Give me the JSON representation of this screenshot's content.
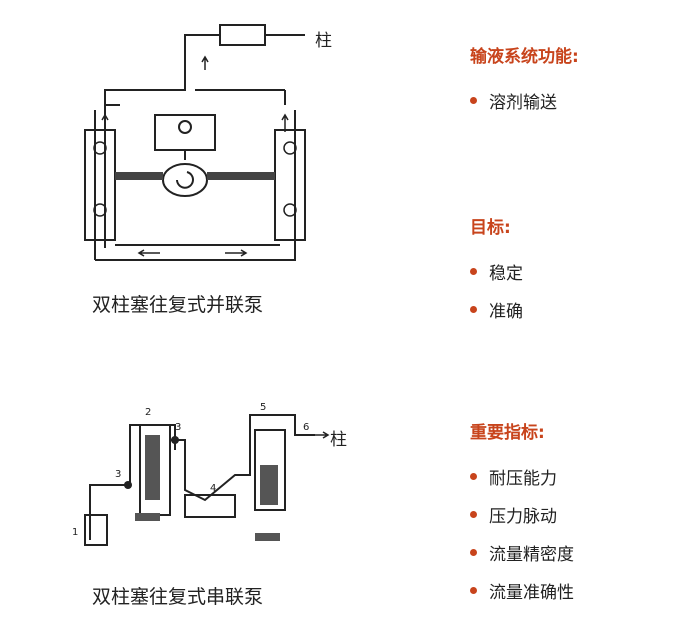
{
  "diagrams": {
    "parallel": {
      "caption": "双柱塞往复式并联泵",
      "column_label": "柱"
    },
    "series": {
      "caption": "双柱塞往复式串联泵",
      "column_label": "柱",
      "part_numbers": [
        "1",
        "2",
        "3",
        "3",
        "4",
        "5",
        "6"
      ]
    }
  },
  "sections": [
    {
      "title": "输液系统功能:",
      "items": [
        "溶剂输送"
      ]
    },
    {
      "title": "目标:",
      "items": [
        "稳定",
        "准确"
      ]
    },
    {
      "title": "重要指标:",
      "items": [
        "耐压能力",
        "压力脉动",
        "流量精密度",
        "流量准确性"
      ]
    }
  ],
  "colors": {
    "accent": "#c8441c",
    "line": "#222222"
  }
}
